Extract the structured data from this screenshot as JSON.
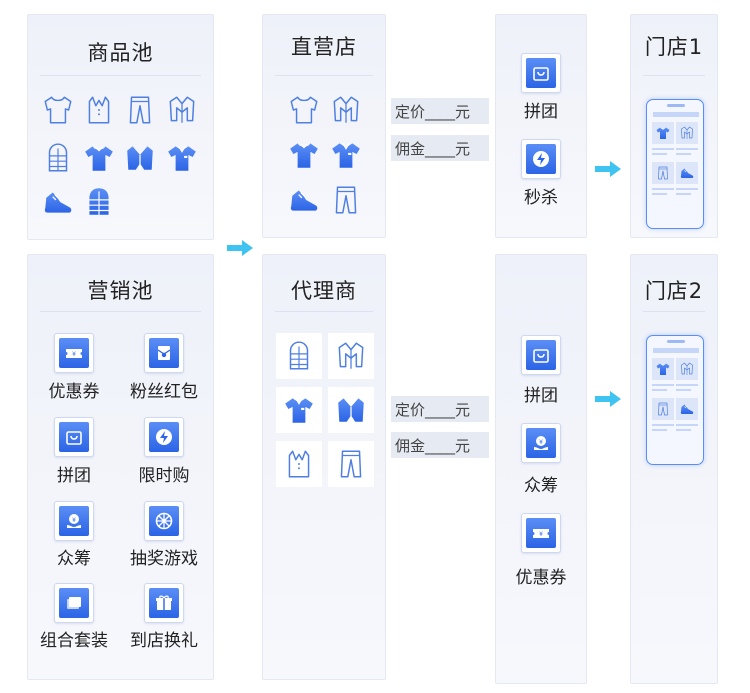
{
  "pools": {
    "product_pool": {
      "title": "商品池"
    },
    "marketing_pool": {
      "title": "营销池",
      "items": [
        {
          "label": "优惠券",
          "icon": "coupon-icon"
        },
        {
          "label": "粉丝红包",
          "icon": "red-packet-icon"
        },
        {
          "label": "拼团",
          "icon": "group-buy-icon"
        },
        {
          "label": "限时购",
          "icon": "flash-sale-icon"
        },
        {
          "label": "众筹",
          "icon": "crowdfunding-icon"
        },
        {
          "label": "抽奖游戏",
          "icon": "lottery-wheel-icon"
        },
        {
          "label": "组合套装",
          "icon": "bundle-icon"
        },
        {
          "label": "到店换礼",
          "icon": "gift-icon"
        }
      ]
    }
  },
  "channels": {
    "direct_store": {
      "title": "直营店",
      "price_label": "定价____元",
      "commission_label": "佣金____元"
    },
    "agent": {
      "title": "代理商",
      "price_label": "定价____元",
      "commission_label": "佣金____元"
    }
  },
  "activities": {
    "direct": [
      {
        "label": "拼团",
        "icon": "group-buy-icon"
      },
      {
        "label": "秒杀",
        "icon": "flash-sale-icon"
      }
    ],
    "agent": [
      {
        "label": "拼团",
        "icon": "group-buy-icon"
      },
      {
        "label": "众筹",
        "icon": "crowdfunding-icon"
      },
      {
        "label": "优惠券",
        "icon": "coupon-icon"
      }
    ]
  },
  "stores": {
    "store1": {
      "title": "门店1"
    },
    "store2": {
      "title": "门店2"
    }
  },
  "colors": {
    "accent": "#2b64e6",
    "accent_light": "#5b8ef5",
    "arrow": "#3fc3f0",
    "panel_bg": "#eef1f9"
  }
}
